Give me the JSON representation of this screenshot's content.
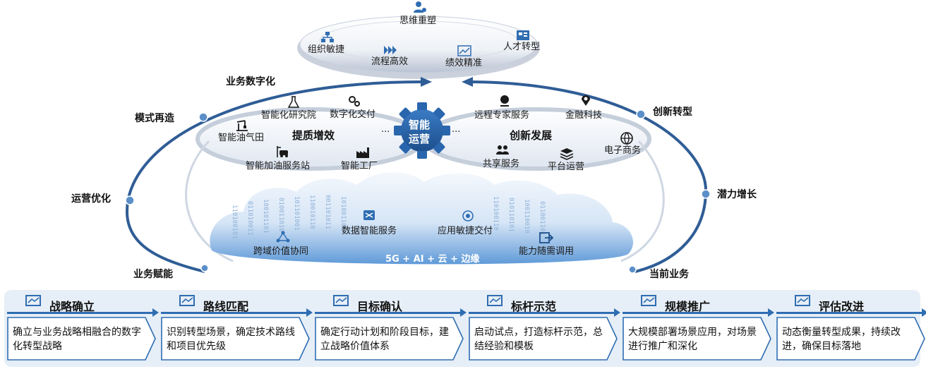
{
  "top": {
    "center_label": "思维重塑",
    "items": {
      "org": "组织敏捷",
      "process": "流程高效",
      "perf": "绩效精准",
      "talent": "人才转型"
    }
  },
  "arc_labels": {
    "business_digital": "业务数字化",
    "model": "模式再造",
    "innovation": "创新转型",
    "ops_opt": "运营优化",
    "potential": "潜力增长",
    "enable": "业务赋能",
    "current": "当前业务"
  },
  "left_ring": {
    "title": "提质增效",
    "items": {
      "research": "智能化研究院",
      "delivery": "数字化交付",
      "oilfield": "智能油气田",
      "station": "智能加油服务站",
      "factory": "智能工厂"
    },
    "ellipsis": "..."
  },
  "gear": {
    "line1": "智能",
    "line2": "运营"
  },
  "right_ring": {
    "title": "创新发展",
    "items": {
      "remote": "远程专家服务",
      "finance": "金融科技",
      "share": "共享服务",
      "platform": "平台运营",
      "ecommerce": "电子商务"
    },
    "ellipsis": "..."
  },
  "cloud": {
    "items": {
      "data": "数据智能服务",
      "app": "应用敏捷交付",
      "cross": "跨域价值协同",
      "ability": "能力随需调用"
    },
    "base": "5G + AI + 云 + 边缘"
  },
  "steps": [
    {
      "title": "战略确立",
      "desc": "确立与业务战略相融合的数字化转型战略",
      "icon": "strategy-icon"
    },
    {
      "title": "路线匹配",
      "desc": "识别转型场景，确定技术路线和项目优先级",
      "icon": "route-icon"
    },
    {
      "title": "目标确认",
      "desc": "确定行动计划和阶段目标，建立战略价值体系",
      "icon": "target-icon"
    },
    {
      "title": "标杆示范",
      "desc": "启动试点，打造标杆示范，总结经验和模板",
      "icon": "benchmark-icon"
    },
    {
      "title": "规模推广",
      "desc": "大规模部署场景应用，对场景进行推广和深化",
      "icon": "scale-icon"
    },
    {
      "title": "评估改进",
      "desc": "动态衡量转型成果，持续改进，确保目标落地",
      "icon": "evaluate-icon"
    }
  ],
  "colors": {
    "primary": "#2f6db2",
    "dark": "#1f4f8a",
    "cloud": "#6fa8e0"
  }
}
